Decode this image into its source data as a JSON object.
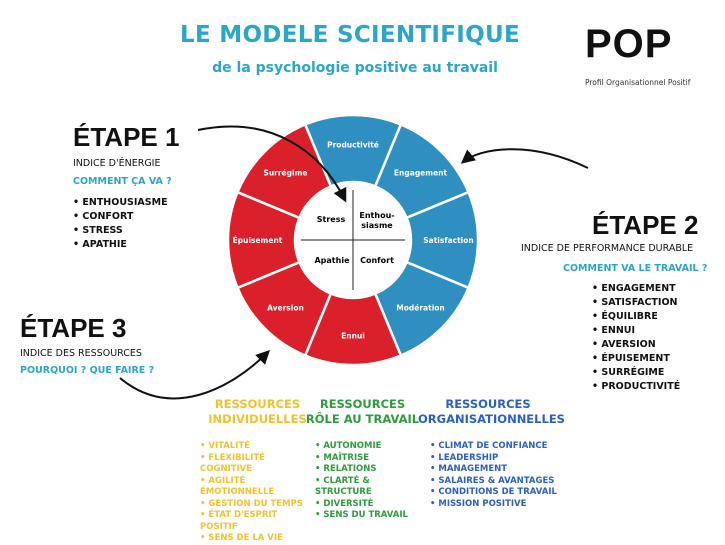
{
  "header": {
    "title": "LE MODELE SCIENTIFIQUE",
    "subtitle": "de la psychologie positive au travail"
  },
  "logo": {
    "name": "POP",
    "tagline": "Profil Organisationnel Positif"
  },
  "steps": [
    {
      "label": "ÉTAPE 1",
      "index": "INDICE D'ÉNERGIE",
      "question": "COMMENT ÇA VA ?",
      "items": [
        "ENTHOUSIASME",
        "CONFORT",
        "STRESS",
        "APATHIE"
      ]
    },
    {
      "label": "ÉTAPE 2",
      "index": "INDICE DE PERFORMANCE DURABLE",
      "question": "COMMENT VA LE TRAVAIL ?",
      "items": [
        "ENGAGEMENT",
        "SATISFACTION",
        "ÉQUILIBRE",
        "ENNUI",
        "AVERSION",
        "ÉPUISEMENT",
        "SURRÉGIME",
        "PRODUCTIVITÉ"
      ]
    },
    {
      "label": "ÉTAPE 3",
      "index": "INDICE DES RESSOURCES",
      "question": "POURQUOI ? QUE FAIRE ?",
      "items": []
    }
  ],
  "wheel": {
    "segments": [
      {
        "label": "Productivité",
        "color": "#2f8fc0"
      },
      {
        "label": "Engagement",
        "color": "#2f8fc0"
      },
      {
        "label": "Satisfaction",
        "color": "#2f8fc0"
      },
      {
        "label": "Modération",
        "color": "#2f8fc0"
      },
      {
        "label": "Ennui",
        "color": "#d9202b"
      },
      {
        "label": "Aversion",
        "color": "#d9202b"
      },
      {
        "label": "Épuisement",
        "color": "#d9202b"
      },
      {
        "label": "Surrégime",
        "color": "#d9202b"
      }
    ],
    "quadrants": {
      "top_left": "Stress",
      "top_right_line1": "Enthou-",
      "top_right_line2": "siasme",
      "bottom_left": "Apathie",
      "bottom_right": "Confort"
    },
    "colors": {
      "blue": "#2f8fc0",
      "red": "#d9202b"
    }
  },
  "resources": [
    {
      "title_line1": "RESSOURCES",
      "title_line2": "INDIVIDUELLES",
      "color": "#f2c12e",
      "items": [
        "VITALITÉ",
        "FLEXIBILITÉ COGNITIVE",
        "AGILITÉ ÉMOTIONNELLE",
        "GESTION DU TEMPS",
        "ÉTAT D'ESPRIT POSITIF",
        "SENS DE LA VIE"
      ]
    },
    {
      "title_line1": "RESSOURCES",
      "title_line2": "RÔLE AU TRAVAIL",
      "color": "#2e9b3e",
      "items": [
        "AUTONOMIE",
        "MAÎTRISE",
        "RELATIONS",
        "CLARTÉ & STRUCTURE",
        "DIVERSITÉ",
        "SENS DU TRAVAIL"
      ]
    },
    {
      "title_line1": "RESSOURCES",
      "title_line2": "ORGANISATIONNELLES",
      "color": "#2b5fc4",
      "items": [
        "CLIMAT DE CONFIANCE",
        "LEADERSHIP",
        "MANAGEMENT",
        "SALAIRES & AVANTAGES",
        "CONDITIONS DE TRAVAIL",
        "MISSION POSITIVE"
      ]
    }
  ]
}
